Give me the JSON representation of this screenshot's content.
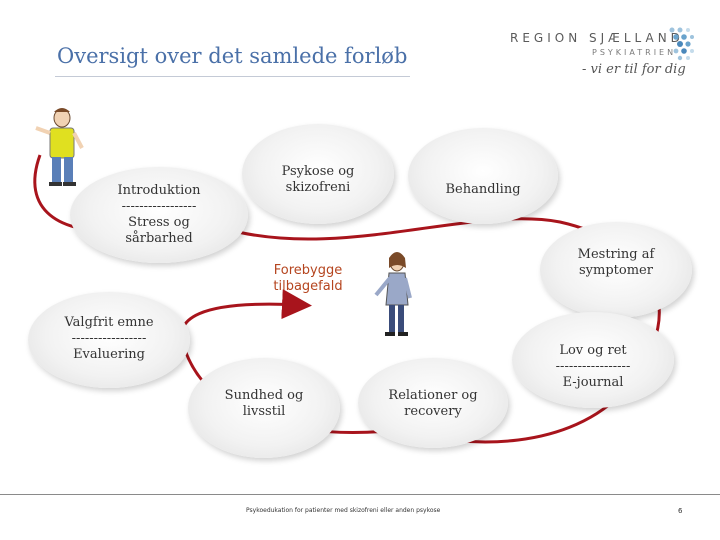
{
  "slide": {
    "title": "Oversigt over det samlede forløb",
    "page_number": "6",
    "footer": "Psykoedukation for patienter med skizofreni eller anden psykose"
  },
  "logo": {
    "name": "REGION SJÆLLAND",
    "sub": "PSYKIATRIEN",
    "tagline": "- vi er til for dig"
  },
  "nodes": {
    "introduktion": "Introduktion\n-----------------\nStress og\nsårbarhed",
    "psykose": "Psykose og\nskizofreni",
    "behandling": "Behandling",
    "mestring": "Mestring af\nsymptomer",
    "lov": "Lov og ret\n-----------------\nE-journal",
    "relationer": "Relationer og\nrecovery",
    "sundhed": "Sundhed og\nlivsstil",
    "valgfrit": "Valgfrit emne\n-----------------\nEvaluering",
    "forebygge": "Forebygge\ntilbagefald"
  },
  "colors": {
    "title": "#4a70a8",
    "arrow": "#a8141c",
    "center_text": "#b5451f"
  }
}
